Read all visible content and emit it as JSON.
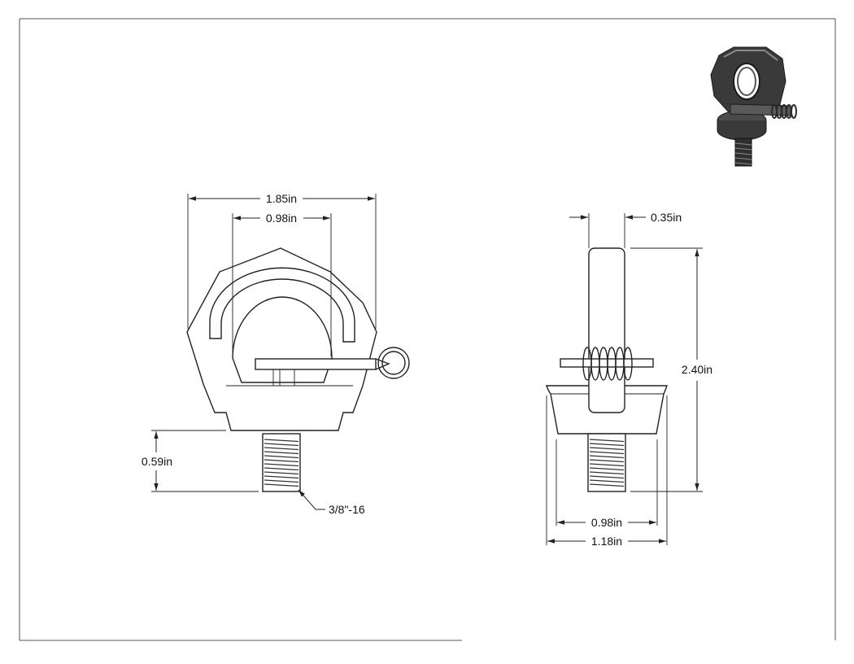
{
  "drawing": {
    "front_view": {
      "overall_width": "1.85in",
      "ring_width": "0.98in",
      "thread_length": "0.59in",
      "thread_callout": "3/8\"-16"
    },
    "side_view": {
      "ring_thickness": "0.35in",
      "overall_height": "2.40in",
      "base_bottom_width": "0.98in",
      "base_top_width": "1.18in"
    },
    "colors": {
      "line": "#222222",
      "iso_body": "#3a3a3a",
      "iso_highlight": "#8a8a8a"
    }
  }
}
